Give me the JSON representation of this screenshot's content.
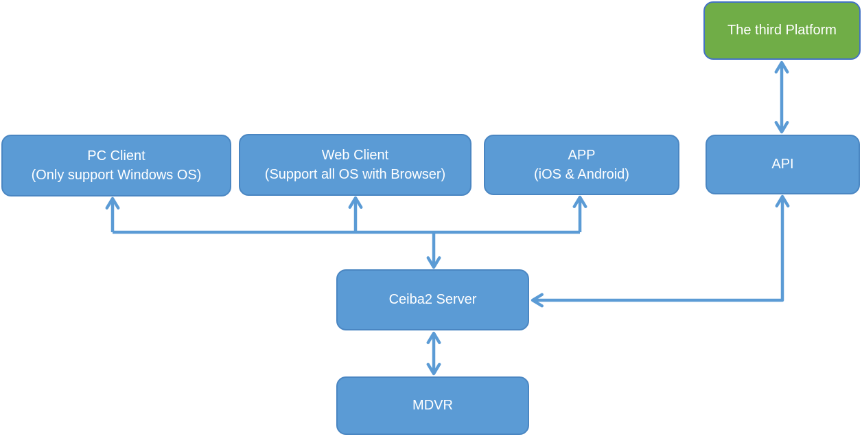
{
  "diagram": {
    "colors": {
      "background": "#ffffff",
      "node_fill": "#5B9BD5",
      "node_border": "#4A86C2",
      "green_fill": "#70AD47",
      "green_border": "#4472C4",
      "arrow": "#5B9BD5",
      "text": "#ffffff"
    },
    "nodes": {
      "third_platform": {
        "label": "The third Platform"
      },
      "pc_client": {
        "title": "PC Client",
        "subtitle": "(Only support Windows OS)"
      },
      "web_client": {
        "title": "Web Client",
        "subtitle": "(Support all OS with Browser)"
      },
      "app": {
        "title": "APP",
        "subtitle": "(iOS & Android)"
      },
      "api": {
        "label": "API"
      },
      "ceiba2_server": {
        "label": "Ceiba2 Server"
      },
      "mdvr": {
        "label": "MDVR"
      }
    },
    "edges": [
      {
        "from": "third_platform",
        "to": "api",
        "arrows": "both"
      },
      {
        "from": "ceiba2_server_bus",
        "to": "pc_client",
        "arrows": "to"
      },
      {
        "from": "ceiba2_server_bus",
        "to": "web_client",
        "arrows": "to"
      },
      {
        "from": "ceiba2_server_bus",
        "to": "app",
        "arrows": "to"
      },
      {
        "from": "clients_bus",
        "to": "ceiba2_server",
        "arrows": "to"
      },
      {
        "from": "api",
        "to": "ceiba2_server",
        "arrows": "both"
      },
      {
        "from": "ceiba2_server",
        "to": "mdvr",
        "arrows": "both"
      }
    ]
  }
}
